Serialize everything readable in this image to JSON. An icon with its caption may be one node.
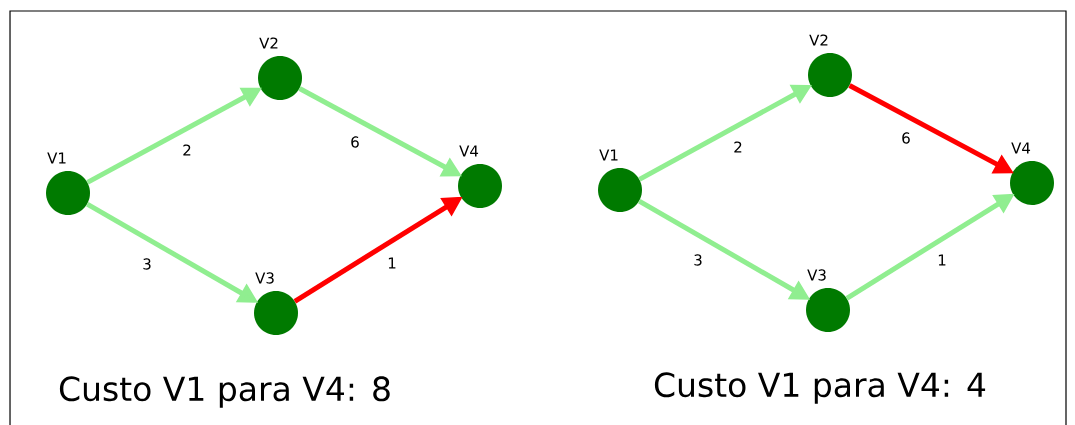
{
  "diagram": {
    "nodes": [
      {
        "text": [],
        "shape": "circle",
        "beside": [
          "V1"
        ]
      },
      {
        "text": [],
        "shape": "circle",
        "beside": [
          "V2"
        ]
      },
      {
        "text": [],
        "shape": "circle",
        "beside": [
          "V3"
        ]
      },
      {
        "text": [],
        "shape": "circle",
        "beside": [
          "V4"
        ]
      },
      {
        "text": [],
        "shape": "circle",
        "beside": [
          "V1"
        ]
      },
      {
        "text": [],
        "shape": "circle",
        "beside": [
          "V2"
        ]
      },
      {
        "text": [],
        "shape": "circle",
        "beside": [
          "V3"
        ]
      },
      {
        "text": [],
        "shape": "circle",
        "beside": [
          "V4"
        ]
      }
    ],
    "edges": [
      {
        "from": 0,
        "to": 1,
        "arrow": "to",
        "label": "2"
      },
      {
        "from": 1,
        "to": 3,
        "arrow": "to",
        "label": "6"
      },
      {
        "from": 0,
        "to": 2,
        "arrow": "to",
        "label": "3"
      },
      {
        "from": 2,
        "to": 3,
        "arrow": "to",
        "label": "1",
        "color": "#ff0000"
      },
      {
        "from": 4,
        "to": 5,
        "arrow": "to",
        "label": "2"
      },
      {
        "from": 5,
        "to": 7,
        "arrow": "to",
        "label": "6",
        "color": "#ff0000"
      },
      {
        "from": 4,
        "to": 6,
        "arrow": "to",
        "label": "3"
      },
      {
        "from": 6,
        "to": 7,
        "arrow": "to",
        "label": "1"
      }
    ],
    "labels": [
      "Custo V1 para V4: 8",
      "Custo V1 para V4: 4"
    ]
  }
}
